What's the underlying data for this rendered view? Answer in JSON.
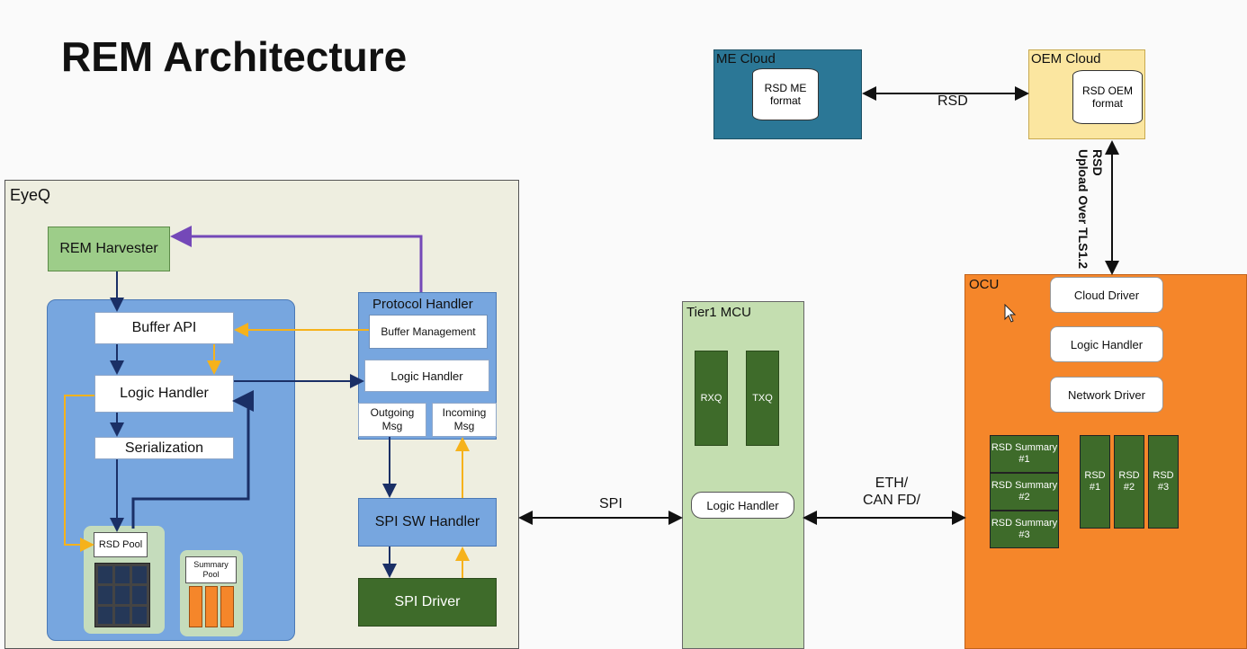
{
  "title": "REM Architecture",
  "me_cloud": {
    "label": "ME Cloud",
    "db": "RSD ME format"
  },
  "oem_cloud": {
    "label": "OEM Cloud",
    "db": "RSD  OEM format"
  },
  "rsd_link": "RSD",
  "upload_link": "RSD\nUpload Over TLS1.2",
  "eyeq": {
    "label": "EyeQ",
    "rem_harvester": "REM Harvester",
    "buffer_api": "Buffer API",
    "logic_handler": "Logic Handler",
    "serialization": "Serialization",
    "rsd_pool": "RSD Pool",
    "summary_pool": "Summary Pool",
    "protocol_handler": "Protocol Handler",
    "buffer_management": "Buffer Management",
    "ph_logic_handler": "Logic Handler",
    "outgoing_msg": "Outgoing Msg",
    "incoming_msg": "Incoming Msg",
    "spi_sw_handler": "SPI SW Handler",
    "spi_driver": "SPI  Driver"
  },
  "spi_link": "SPI",
  "tier1": {
    "label": "Tier1 MCU",
    "rxq": "RXQ",
    "txq": "TXQ",
    "logic_handler": "Logic Handler"
  },
  "eth_link": "ETH/ CAN FD/",
  "ocu": {
    "label": "OCU",
    "cloud_driver": "Cloud Driver",
    "logic_handler": "Logic Handler",
    "network_driver": "Network  Driver",
    "summaries": [
      "RSD Summary #1",
      "RSD Summary #2",
      "RSD Summary #3"
    ],
    "rsd_items": [
      "RSD #1",
      "RSD #2",
      "RSD #3"
    ]
  },
  "colors": {
    "eyeq_bg": "#eeeee0",
    "blue_block": "#77a6df",
    "me_cloud": "#2b7796",
    "oem_cloud": "#fbe6a0",
    "ocu": "#f5862a",
    "tier1": "#c4deb0",
    "harvester": "#9dcd89",
    "spi_driver": "#3e6b2a",
    "arrow_blue": "#1a2f66",
    "arrow_yellow": "#f6b21b",
    "arrow_purple": "#7448b8"
  }
}
